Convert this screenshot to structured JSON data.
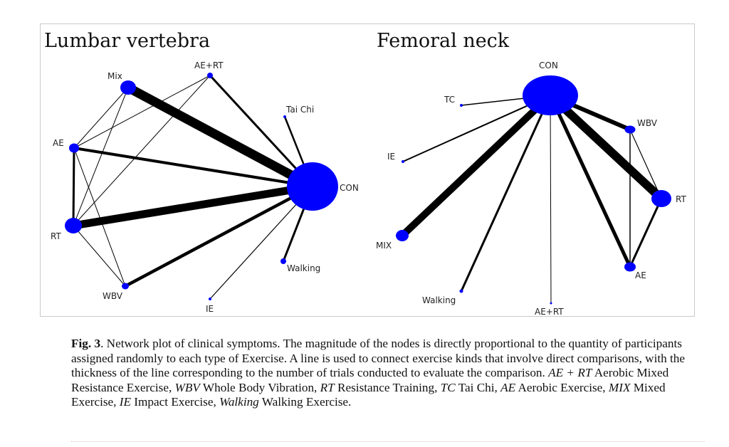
{
  "panels": [
    {
      "title": "Lumbar vertebra",
      "nodes": [
        {
          "id": "Mix",
          "label": "Mix"
        },
        {
          "id": "AE+RT",
          "label": "AE+RT"
        },
        {
          "id": "Tai Chi",
          "label": "Tai Chi"
        },
        {
          "id": "AE",
          "label": "AE"
        },
        {
          "id": "CON",
          "label": "CON"
        },
        {
          "id": "RT",
          "label": "RT"
        },
        {
          "id": "Walking",
          "label": "Walking"
        },
        {
          "id": "WBV",
          "label": "WBV"
        },
        {
          "id": "IE",
          "label": "IE"
        }
      ]
    },
    {
      "title": "Femoral neck",
      "nodes": [
        {
          "id": "CON",
          "label": "CON"
        },
        {
          "id": "TC",
          "label": "TC"
        },
        {
          "id": "WBV",
          "label": "WBV"
        },
        {
          "id": "IE",
          "label": "IE"
        },
        {
          "id": "RT",
          "label": "RT"
        },
        {
          "id": "MIX",
          "label": "MIX"
        },
        {
          "id": "AE",
          "label": "AE"
        },
        {
          "id": "Walking",
          "label": "Walking"
        },
        {
          "id": "AE+RT",
          "label": "AE+RT"
        }
      ]
    }
  ],
  "colors": {
    "node": "#0000ff",
    "edge": "#000000"
  },
  "caption": {
    "label": "Fig. 3",
    "text_1": ". Network plot of clinical symptoms. The magnitude of the nodes is directly proportional to the quantity of participants assigned randomly to each type of Exercise. A line is used to connect exercise kinds that involve direct comparisons, with the thickness of the line corresponding to the number of trials conducted to evaluate the comparison. ",
    "abbr_1": "AE + RT",
    "def_1": " Aerobic Mixed Resistance Exercise, ",
    "abbr_2": "WBV",
    "def_2": " Whole Body Vibration, ",
    "abbr_3": "RT",
    "def_3": " Resistance Training, ",
    "abbr_4": "TC",
    "def_4": " Tai Chi, ",
    "abbr_5": "AE",
    "def_5": " Aerobic Exercise, ",
    "abbr_6": "MIX",
    "def_6": " Mixed Exercise, ",
    "abbr_7": "IE",
    "def_7": " Impact Exercise, ",
    "abbr_8": "Walking",
    "def_8": " Walking Exercise."
  }
}
